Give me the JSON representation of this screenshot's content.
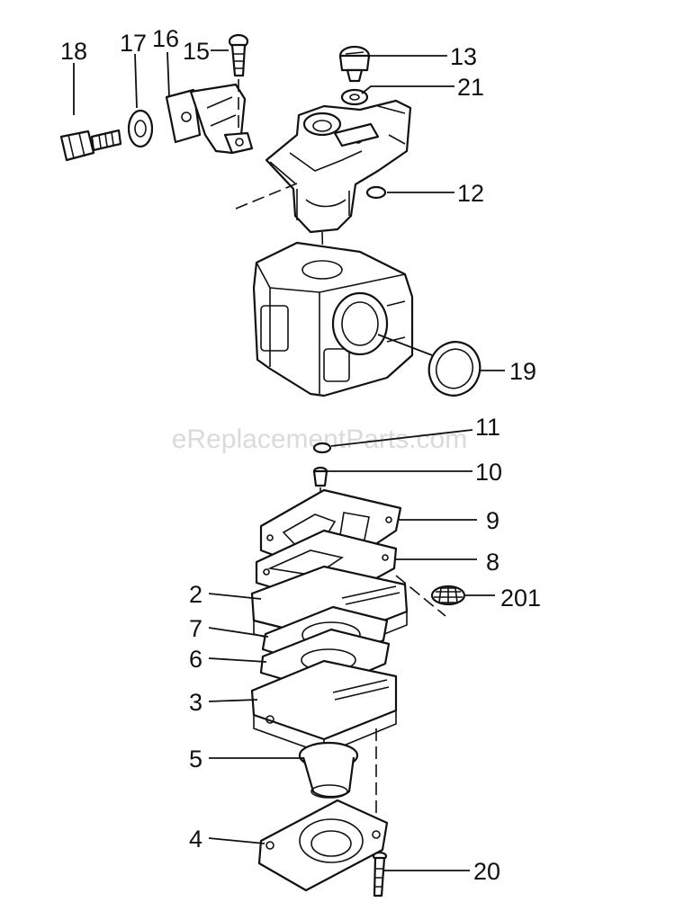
{
  "watermark": "eReplacementParts.com",
  "labels": {
    "l18": "18",
    "l17": "17",
    "l16": "16",
    "l15": "15",
    "l13": "13",
    "l21": "21",
    "l12": "12",
    "l19": "19",
    "l11": "11",
    "l10": "10",
    "l9": "9",
    "l8": "8",
    "l201": "201",
    "l2": "2",
    "l7": "7",
    "l6": "6",
    "l3": "3",
    "l5": "5",
    "l4": "4",
    "l20": "20"
  }
}
